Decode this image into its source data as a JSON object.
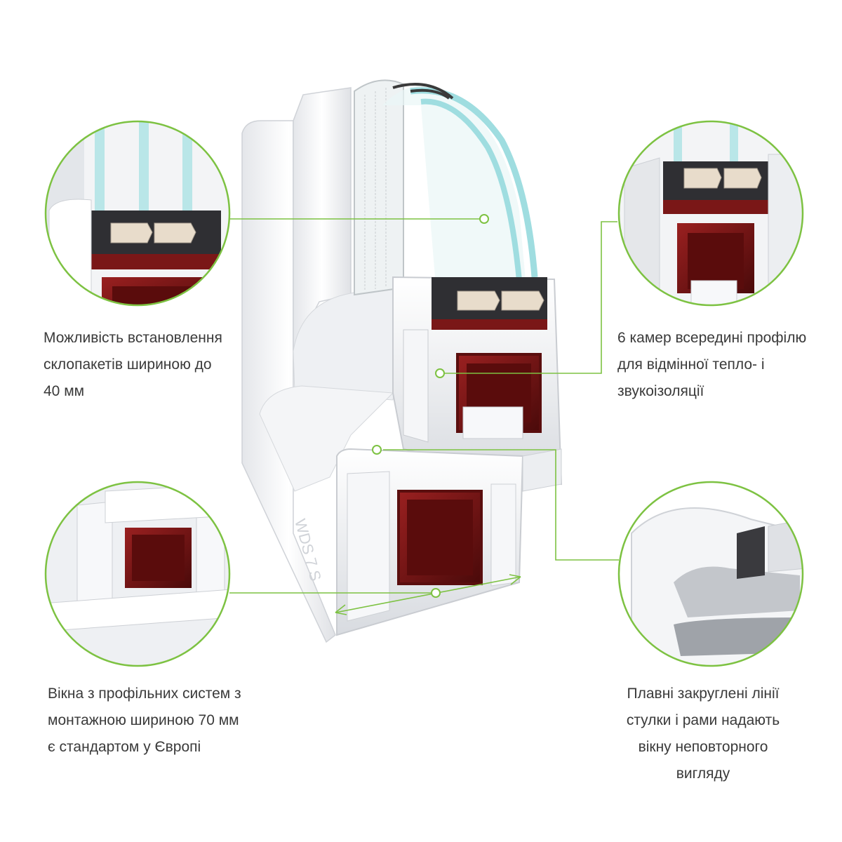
{
  "callouts": {
    "top_left": {
      "lines": [
        "Можливість встановлення",
        "склопакетів шириною до",
        "40 мм"
      ]
    },
    "top_right": {
      "lines": [
        "6 камер всередині профілю",
        "для відмінної тепло- і",
        "звукоізоляції"
      ]
    },
    "bottom_left": {
      "lines": [
        "Вікна з профільних систем з",
        "монтажною шириною 70 мм",
        "є стандартом у Європі"
      ]
    },
    "bottom_right": {
      "lines": [
        "Плавні закруглені лінії",
        "стулки і рами надають",
        "вікну неповторного",
        "вигляду"
      ]
    }
  },
  "profile": {
    "embossed_text": "WDS 7 S"
  },
  "colors": {
    "accent_green": "#7dc242",
    "reinforcement_red": "#7a1717",
    "glass_teal": "#9fdde0",
    "pvc_white": "#f2f3f5"
  }
}
